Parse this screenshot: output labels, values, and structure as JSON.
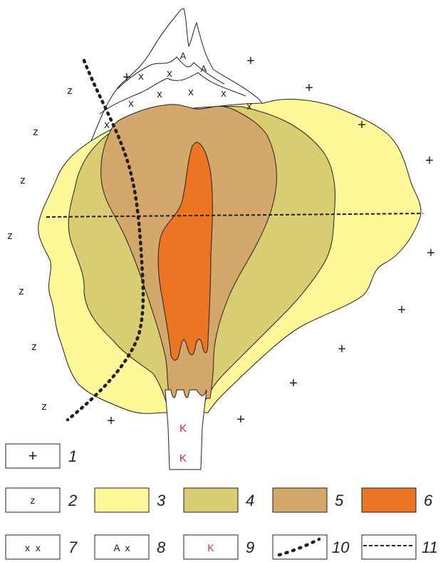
{
  "map": {
    "symbols": {
      "plus": "+",
      "z": "z",
      "x": "x",
      "a": "A",
      "k": "K"
    },
    "colors": {
      "zone3": "#fff899",
      "zone4": "#d9cc71",
      "zone5": "#d4a86a",
      "zone6": "#ec7524",
      "k_symbol": "#e8202a",
      "outline": "#231f20"
    }
  },
  "legend": {
    "items": [
      {
        "number": "1",
        "symbol": "+",
        "fill": "#ffffff"
      },
      {
        "number": "2",
        "symbol": "z",
        "fill": "#ffffff"
      },
      {
        "number": "3",
        "symbol": "",
        "fill": "#fff899"
      },
      {
        "number": "4",
        "symbol": "",
        "fill": "#d9cc71"
      },
      {
        "number": "5",
        "symbol": "",
        "fill": "#d4a86a"
      },
      {
        "number": "6",
        "symbol": "",
        "fill": "#ec7524"
      },
      {
        "number": "7",
        "symbol": "x  x",
        "fill": "#ffffff"
      },
      {
        "number": "8",
        "symbol": "A  x",
        "fill": "#ffffff"
      },
      {
        "number": "9",
        "symbol": "K",
        "fill": "#ffffff"
      },
      {
        "number": "10",
        "symbol": "dotted-line",
        "fill": "#ffffff"
      },
      {
        "number": "11",
        "symbol": "dashed-line",
        "fill": "#ffffff"
      }
    ]
  }
}
